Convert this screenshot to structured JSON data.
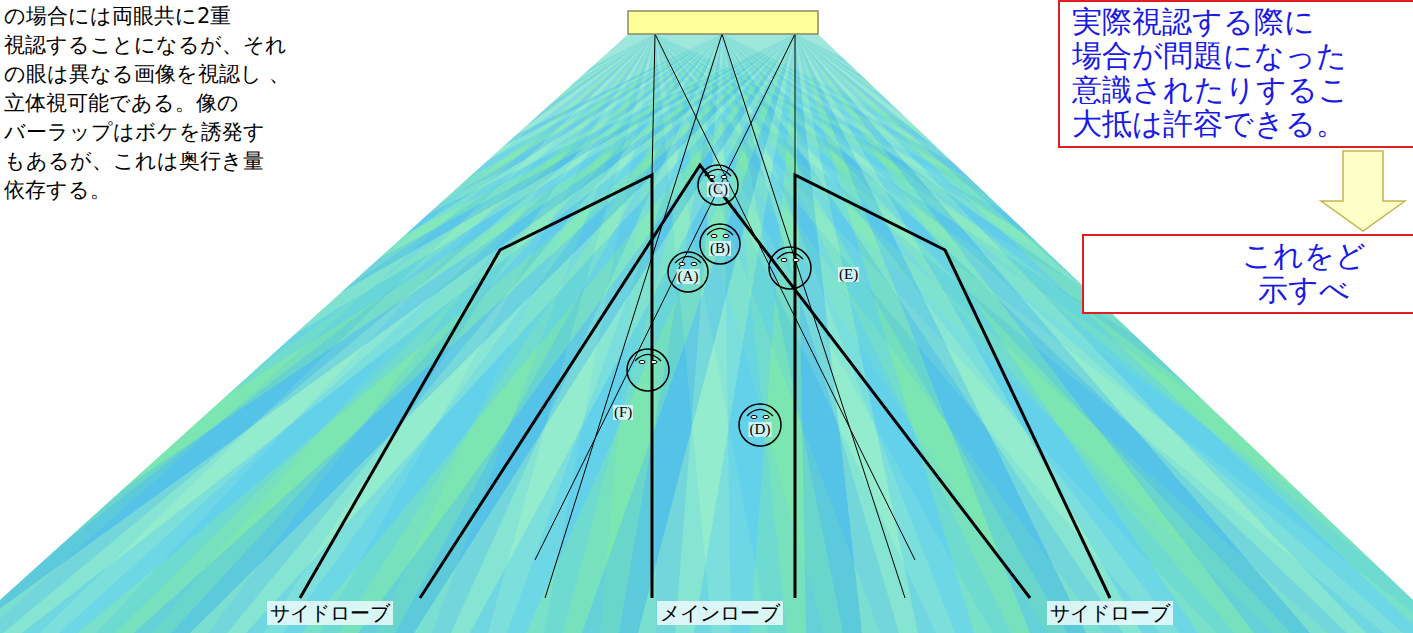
{
  "diagram": {
    "nodes": [
      {
        "text": [
          "実際視認する際に 場合が問題になった 意識されたりするこ 大抵は許容できる。"
        ]
      },
      {
        "text": [
          "これをど 示すべ"
        ]
      },
      {
        "text": [
          "(C)"
        ]
      },
      {
        "text": [
          "(B)"
        ]
      },
      {
        "text": [
          "(A)"
        ]
      },
      {
        "text": [
          "(E)"
        ]
      },
      {
        "text": [
          "(F)"
        ]
      },
      {
        "text": [
          "(D)"
        ]
      }
    ],
    "edges": [
      {
        "from": 0,
        "to": 1,
        "arrow": "to"
      }
    ],
    "labels": [
      "の場合には両眼共に2重 視認することになるが、それ の眼は異なる画像を視認し 、立体視可能である。像の バーラップはボケを誘発す もあるが、これは奥行き量 依存する。",
      "サイドローブ",
      "メインローブ",
      "サイドローブ"
    ]
  }
}
